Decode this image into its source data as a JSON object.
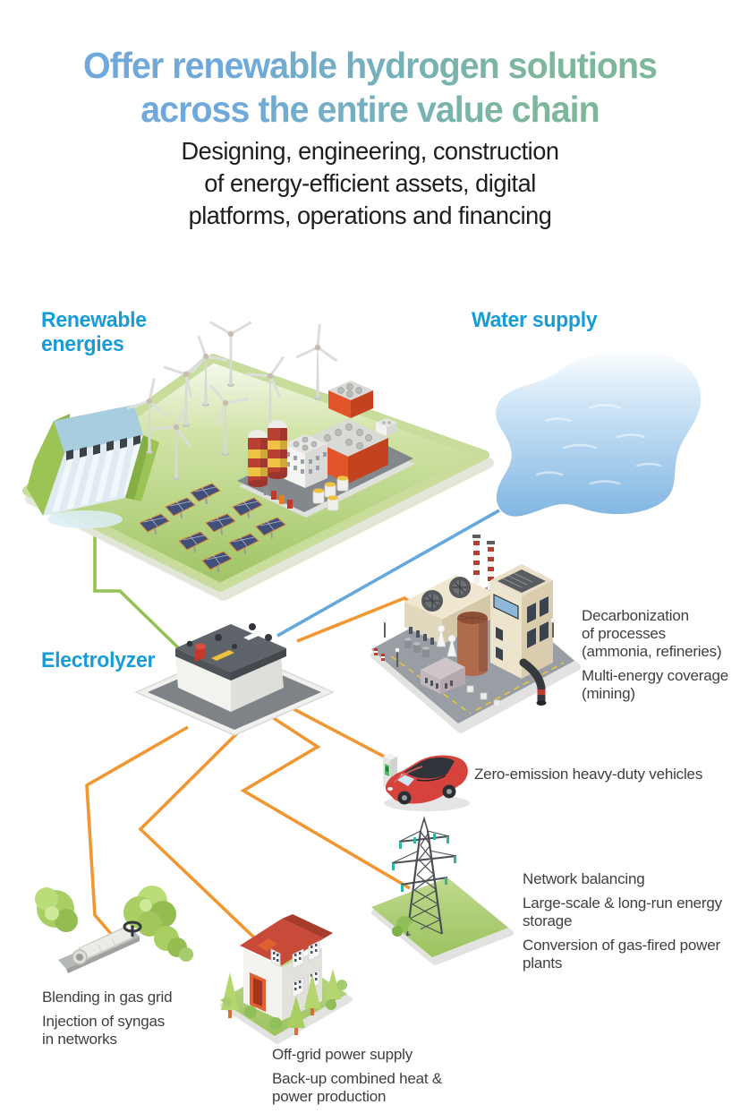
{
  "title": {
    "lines": [
      "Offer renewable hydrogen solutions",
      "across the entire value chain"
    ]
  },
  "subtitle": {
    "lines": [
      "Designing, engineering, construction",
      "of energy-efficient assets, digital",
      "platforms, operations and financing"
    ]
  },
  "labels": {
    "renewable": {
      "lines": [
        "Renewable",
        "energies"
      ]
    },
    "water": {
      "text": "Water supply"
    },
    "electrolyzer": {
      "text": "Electrolyzer"
    }
  },
  "annotations": {
    "industry": [
      [
        "Decarbonization",
        "of processes",
        "(ammonia, refineries)"
      ],
      [
        "Multi-energy coverage",
        "(mining)"
      ]
    ],
    "vehicles": [
      [
        "Zero-emission heavy-duty vehicles"
      ]
    ],
    "grid": [
      [
        "Network balancing"
      ],
      [
        "Large-scale & long-run energy",
        "storage"
      ],
      [
        "Conversion of gas-fired power",
        "plants"
      ]
    ],
    "gas": [
      [
        "Blending in gas grid"
      ],
      [
        "Injection of syngas",
        "in networks"
      ]
    ],
    "offgrid": [
      [
        "Off-grid power supply"
      ],
      [
        "Back-up combined heat &",
        "power production"
      ]
    ]
  },
  "colors": {
    "title_blue": "#6fa9dc",
    "title_green": "#7db79a",
    "label_blue": "#189cd8",
    "text_dark": "#1e1e1e",
    "annotation": "#3f3f3f",
    "line_orange": "#f09732",
    "line_green": "#94c153",
    "line_blue": "#64a9de",
    "platform_green": "#9dc360",
    "water_blue": "#7fb5e2"
  },
  "illustrations": {
    "renewable_platform": [
      "hydro-dam-icon",
      "wind-turbine-icon",
      "solar-panel-icon",
      "power-plant-icon"
    ],
    "water_supply": "lake-icon",
    "electrolyzer": "battery-electrolyzer-icon",
    "industry": "factory-icon",
    "vehicles": [
      "car-icon",
      "charging-station-icon"
    ],
    "grid": "transmission-tower-icon",
    "gas": "pipeline-icon",
    "offgrid": "house-icon"
  }
}
